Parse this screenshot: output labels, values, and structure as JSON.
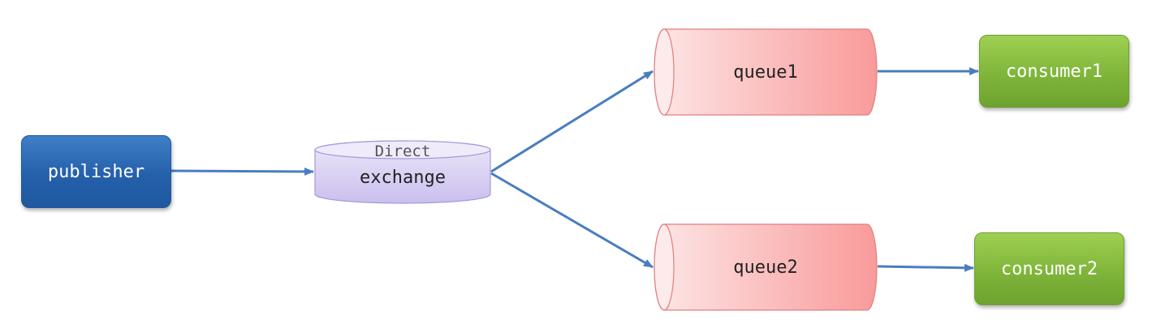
{
  "diagram": {
    "publisher": {
      "label": "publisher",
      "color": "#2560ab"
    },
    "exchange": {
      "type": "Direct",
      "name": "exchange",
      "color": "#d9d0f2"
    },
    "queues": [
      {
        "label": "queue1"
      },
      {
        "label": "queue2"
      }
    ],
    "consumers": [
      {
        "label": "consumer1"
      },
      {
        "label": "consumer2"
      }
    ],
    "queue_color": "#f9a3a3",
    "consumer_color": "#7fb53a",
    "arrow_color": "#4a7dbf",
    "edges": [
      {
        "from": "publisher",
        "to": "exchange"
      },
      {
        "from": "exchange",
        "to": "queue1"
      },
      {
        "from": "exchange",
        "to": "queue2"
      },
      {
        "from": "queue1",
        "to": "consumer1"
      },
      {
        "from": "queue2",
        "to": "consumer2"
      }
    ]
  }
}
